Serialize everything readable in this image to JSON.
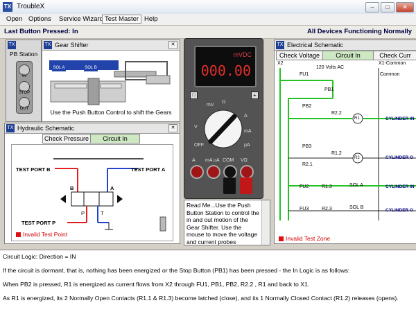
{
  "window": {
    "title": "TroubleX",
    "app_icon": "troublex-app-icon",
    "icon_letters": "TX"
  },
  "menu": [
    "Open",
    "Options",
    "Service Wizard",
    "Test Master",
    "Help"
  ],
  "status": {
    "last_button": "Last Button Pressed: In",
    "devices": "All Devices Functioning Normally"
  },
  "pb_station": {
    "title": "PB Station",
    "buttons": [
      "IN",
      "STOP",
      "OUT"
    ]
  },
  "gear_shifter": {
    "title": "Gear Shifter",
    "sol_a": "SOL A",
    "sol_b": "SOL B",
    "instruction": "Use the Push Button Control to shift the Gears"
  },
  "hydraulic": {
    "title": "Hydraulic Schematic",
    "tabs": [
      "Check Pressure",
      "Circuit In"
    ],
    "selected_tab": "Circuit In",
    "labels": {
      "port_b": "TEST PORT B",
      "port_a": "TEST PORT A",
      "port_p": "TEST PORT P",
      "port_t": "T",
      "b": "B",
      "a": "A",
      "p": "P"
    },
    "invalid": "Invalid Test Point"
  },
  "meter": {
    "display_unit": "mVDC",
    "display_value": "000.00",
    "dial_labels": [
      "mV",
      "Ω",
      "A",
      "V",
      "OFF",
      "mA",
      "μA"
    ],
    "jack_labels": [
      "A",
      "mA uA",
      "COM",
      "VΩ"
    ]
  },
  "readme": "Read Me...Use the Push Button Station to control the in and out motion of the Gear Shifter. Use the mouse to move the voltage and current probes throughout the",
  "electrical": {
    "title": "Electrical Schematic",
    "tabs": [
      "Check Voltage",
      "Circuit In",
      "Check Curr"
    ],
    "selected_tab": "Circuit In",
    "x2": "X2",
    "supply": "120 Volts AC",
    "x1": "X1-Common",
    "common": "Common",
    "components": [
      "FU1",
      "PB1",
      "PB2",
      "R2.2",
      "R1",
      "PB3",
      "R1.2",
      "R2.1",
      "R2",
      "FU2",
      "R1.3",
      "SOL A",
      "FU3",
      "R2.3",
      "SOL B"
    ],
    "right_labels": [
      "CYLINDER IN",
      "CYLINDER O",
      "CYLINDER IN",
      "CYLINDER O"
    ],
    "invalid": "Invalid Test Zone"
  },
  "logic": {
    "lines": [
      "Circuit Logic: Direction = IN",
      "If the circuit is dormant, that is, nothing has been energized or the Stop Button (PB1) has been pressed - the In Logic is as follows:",
      "When PB2 is pressed, R1 is energized as current flows from X2 through FU1, PB1, PB2, R2.2 , R1 and back to X1.",
      "As R1 is energized, its 2 Normally Open Contacts (R1.1 & R1.3) become latched (close), and its 1 Normally Closed Contact (R1.2) releases (opens)."
    ]
  },
  "colors": {
    "active_wire": "#22c322",
    "invalid": "#e01010",
    "lcd_text": "#e0302a",
    "selected_tab": "#cde8c2"
  }
}
